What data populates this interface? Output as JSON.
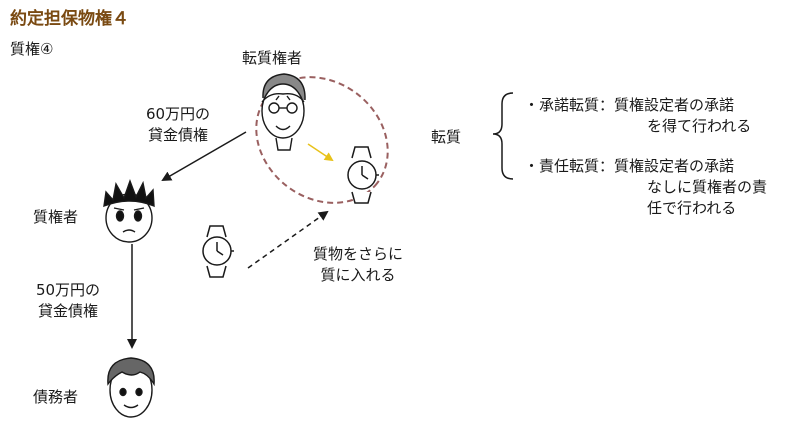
{
  "header": {
    "title": "約定担保物権４",
    "subtitle": "質権④"
  },
  "parties": {
    "sub_pledgee": "転質権者",
    "pledgee": "質権者",
    "debtor": "債務者"
  },
  "claims": {
    "upper_line1": "60万円の",
    "upper_line2": "貸金債権",
    "lower_line1": "50万円の",
    "lower_line2": "貸金債権"
  },
  "action": {
    "line1": "質物をさらに",
    "line2": "質に入れる"
  },
  "tenshitsu": {
    "label": "転質",
    "items": [
      {
        "term": "・承諾転質：",
        "desc_line1": "質権設定者の承諾",
        "desc_line2": "を得て行われる",
        "desc_line3": ""
      },
      {
        "term": "・責任転質：",
        "desc_line1": "質権設定者の承諾",
        "desc_line2": "なしに質権者の責",
        "desc_line3": "任で行われる"
      }
    ]
  },
  "colors": {
    "title": "#7a4a12",
    "ellipse_dash": "#9a6060",
    "transfer_arrow": "#e8c21a"
  },
  "icons": {
    "sub_pledgee_face": "elderly-man-icon",
    "pledgee_face": "worried-man-icon",
    "debtor_face": "young-man-icon",
    "watch": "wristwatch-icon"
  }
}
